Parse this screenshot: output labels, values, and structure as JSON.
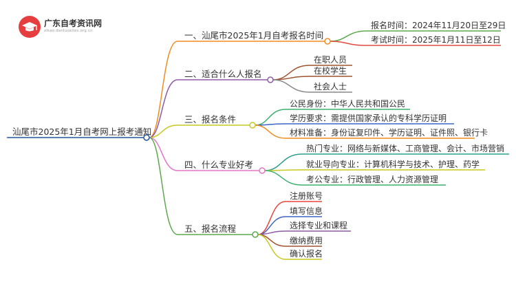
{
  "logo": {
    "name": "广东自考资讯网",
    "domain": "zikao.danluoxiles.org.cn",
    "icon": "graduation-cap-icon",
    "color": "#e63e3e"
  },
  "root": {
    "label": "汕尾市2025年1月自考网上报考通知",
    "color": "#1e56a0"
  },
  "branches": [
    {
      "label": "一、汕尾市2025年1月自考报名时间",
      "color": "#f08c1e",
      "children": [
        {
          "label": "报名时间：2024年11月20日至29日",
          "color": "#5ba84a"
        },
        {
          "label": "考试时间：2025年1月11日至12日",
          "color": "#e8453c"
        }
      ]
    },
    {
      "label": "二、适合什么人报名",
      "color": "#8e5aa8",
      "children": [
        {
          "label": "在职人员",
          "color": "#a0522d"
        },
        {
          "label": "在校学生",
          "color": "#a0522d"
        },
        {
          "label": "社会人士",
          "color": "#888888"
        }
      ]
    },
    {
      "label": "三、报名条件",
      "color": "#c8c81e",
      "children": [
        {
          "label": "公民身份：中华人民共和国公民",
          "color": "#3bb06b"
        },
        {
          "label": "学历要求：需提供国家承认的专科学历证明",
          "color": "#3b63c8"
        },
        {
          "label": "材料准备：身份证复印件、学历证明、证件照、银行卡",
          "color": "#f08c1e"
        }
      ]
    },
    {
      "label": "四、什么专业好考",
      "color": "#e673c8",
      "children": [
        {
          "label": "热门专业：网络与新媒体、工商管理、会计、市场营销",
          "color": "#2a9d8f"
        },
        {
          "label": "就业导向专业：计算机科学与技术、护理、药学",
          "color": "#c8c81e"
        },
        {
          "label": "考公专业：行政管理、人力资源管理",
          "color": "#3bb06b"
        }
      ]
    },
    {
      "label": "五、报名流程",
      "color": "#5ba84a",
      "children": [
        {
          "label": "注册账号",
          "color": "#e8453c"
        },
        {
          "label": "填写信息",
          "color": "#3b63c8"
        },
        {
          "label": "选择专业和课程",
          "color": "#8e5aa8"
        },
        {
          "label": "缴纳费用",
          "color": "#a0522d"
        },
        {
          "label": "确认报名",
          "color": "#c8c81e"
        }
      ]
    }
  ]
}
